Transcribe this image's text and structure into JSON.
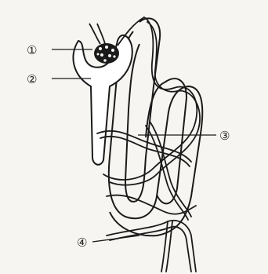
{
  "diagram": {
    "labels": [
      {
        "id": "label-1",
        "text": "①"
      },
      {
        "id": "label-2",
        "text": "②"
      },
      {
        "id": "label-3",
        "text": "③"
      },
      {
        "id": "label-4",
        "text": "④"
      }
    ],
    "colors": {
      "background": "#f7f5f1",
      "stroke": "#1a1a1a",
      "fill": "#ffffff",
      "glomerulus": "#1a1a1a"
    }
  }
}
